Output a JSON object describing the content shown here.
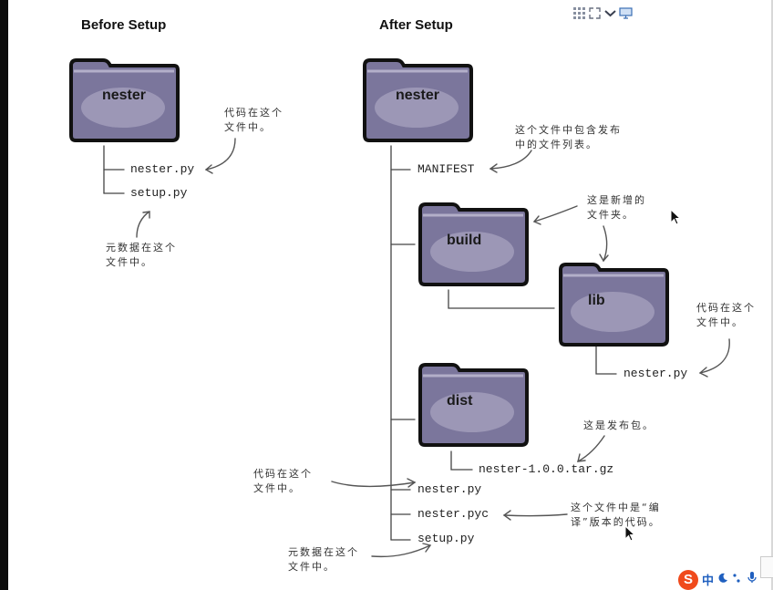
{
  "headings": {
    "before": "Before Setup",
    "after": "After Setup"
  },
  "folders": {
    "nester_before": "nester",
    "nester_after": "nester",
    "build": "build",
    "lib": "lib",
    "dist": "dist"
  },
  "files_before": {
    "nester_py": "nester.py",
    "setup_py": "setup.py"
  },
  "files_after": {
    "manifest": "MANIFEST",
    "lib_nester_py": "nester.py",
    "dist_tarball": "nester-1.0.0.tar.gz",
    "nester_py": "nester.py",
    "nester_pyc": "nester.pyc",
    "setup_py": "setup.py"
  },
  "notes": {
    "before_code": "代码在这个\n文件中。",
    "before_metadata": "元数据在这个\n文件中。",
    "manifest": "这个文件中包含发布\n中的文件列表。",
    "new_folder": "这是新增的\n文件夹。",
    "lib_code": "代码在这个\n文件中。",
    "dist_package": "这是发布包。",
    "after_code": "代码在这个\n文件中。",
    "compiled": "这个文件中是“编\n译”版本的代码。",
    "after_metadata": "元数据在这个\n文件中。"
  },
  "tray": {
    "char_zh": "中",
    "logo": "S"
  },
  "colors": {
    "folder_fill": "#7b769c",
    "folder_highlight": "#d9d6e8",
    "ink": "#1a1a1a",
    "sogou": "#f04a1c"
  },
  "icons": [
    "grid-icon",
    "expand-icon",
    "chevron-down-icon",
    "monitor-icon",
    "arrow-cursor-icon",
    "sogou-logo-icon",
    "moon-icon",
    "punctuation-icon",
    "microphone-icon"
  ]
}
